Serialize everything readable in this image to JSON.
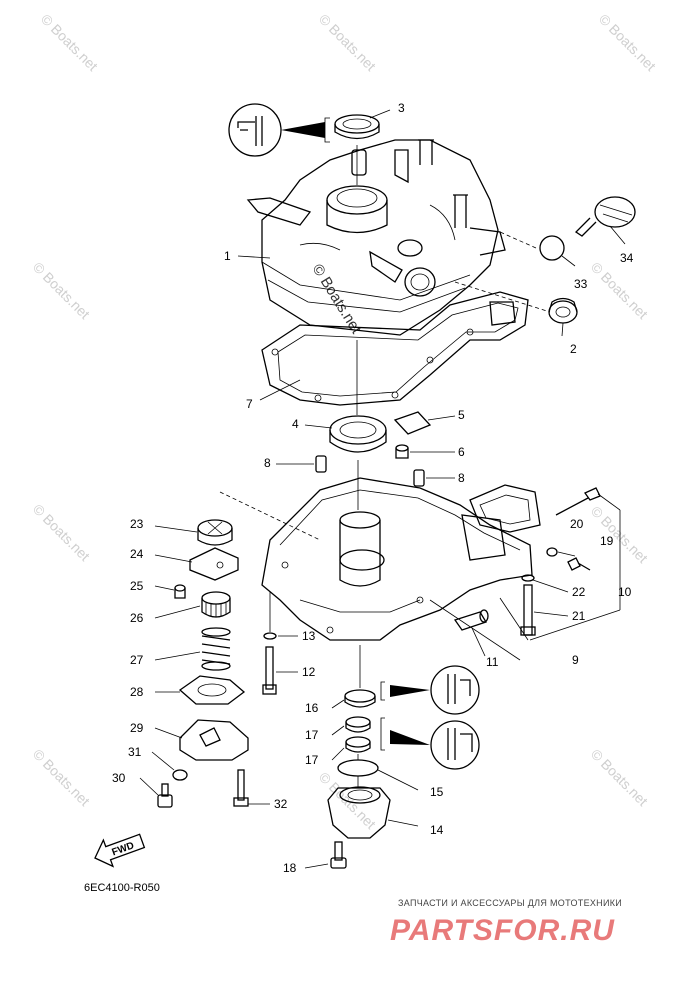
{
  "watermark": "© Boats.net",
  "diagram_code": "6EC4100-R050",
  "fwd_label": "FWD",
  "brand": {
    "top_line": "ЗАПЧАСТИ И АКСЕССУАРЫ ДЛЯ МОТОТЕХНИКИ",
    "name": "PARTSFOR.RU"
  },
  "callouts": {
    "c1": "1",
    "c2": "2",
    "c3": "3",
    "c4": "4",
    "c5": "5",
    "c6": "6",
    "c7": "7",
    "c8a": "8",
    "c8b": "8",
    "c9": "9",
    "c10": "10",
    "c11": "11",
    "c12": "12",
    "c13": "13",
    "c14": "14",
    "c15": "15",
    "c16": "16",
    "c17a": "17",
    "c17b": "17",
    "c18": "18",
    "c19": "19",
    "c20": "20",
    "c21": "21",
    "c22": "22",
    "c23": "23",
    "c24": "24",
    "c25": "25",
    "c26": "26",
    "c27": "27",
    "c28": "28",
    "c29": "29",
    "c30": "30",
    "c31": "31",
    "c32": "32",
    "c33": "33",
    "c34": "34"
  }
}
